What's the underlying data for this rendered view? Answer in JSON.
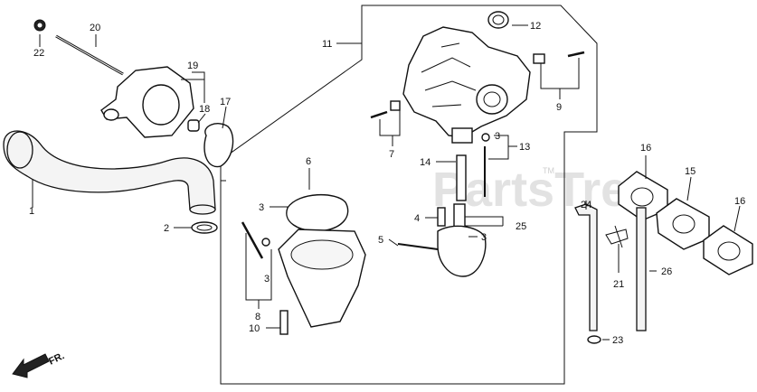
{
  "watermark": {
    "brand": "PartsTree",
    "tm": "TM"
  },
  "orientation": {
    "label": "FR."
  },
  "callouts": [
    {
      "id": "c1",
      "label": "1"
    },
    {
      "id": "c2",
      "label": "2"
    },
    {
      "id": "c3a",
      "label": "3"
    },
    {
      "id": "c3b",
      "label": "3"
    },
    {
      "id": "c3c",
      "label": "3"
    },
    {
      "id": "c3d",
      "label": "3"
    },
    {
      "id": "c4",
      "label": "4"
    },
    {
      "id": "c5",
      "label": "5"
    },
    {
      "id": "c6",
      "label": "6"
    },
    {
      "id": "c7",
      "label": "7"
    },
    {
      "id": "c8",
      "label": "8"
    },
    {
      "id": "c9",
      "label": "9"
    },
    {
      "id": "c10",
      "label": "10"
    },
    {
      "id": "c11",
      "label": "11"
    },
    {
      "id": "c12",
      "label": "12"
    },
    {
      "id": "c13",
      "label": "13"
    },
    {
      "id": "c14",
      "label": "14"
    },
    {
      "id": "c15",
      "label": "15"
    },
    {
      "id": "c16a",
      "label": "16"
    },
    {
      "id": "c16b",
      "label": "16"
    },
    {
      "id": "c17",
      "label": "17"
    },
    {
      "id": "c18",
      "label": "18"
    },
    {
      "id": "c19",
      "label": "19"
    },
    {
      "id": "c20",
      "label": "20"
    },
    {
      "id": "c21",
      "label": "21"
    },
    {
      "id": "c22",
      "label": "22"
    },
    {
      "id": "c23",
      "label": "23"
    },
    {
      "id": "c24",
      "label": "24"
    },
    {
      "id": "c25",
      "label": "25"
    },
    {
      "id": "c26",
      "label": "26"
    }
  ]
}
